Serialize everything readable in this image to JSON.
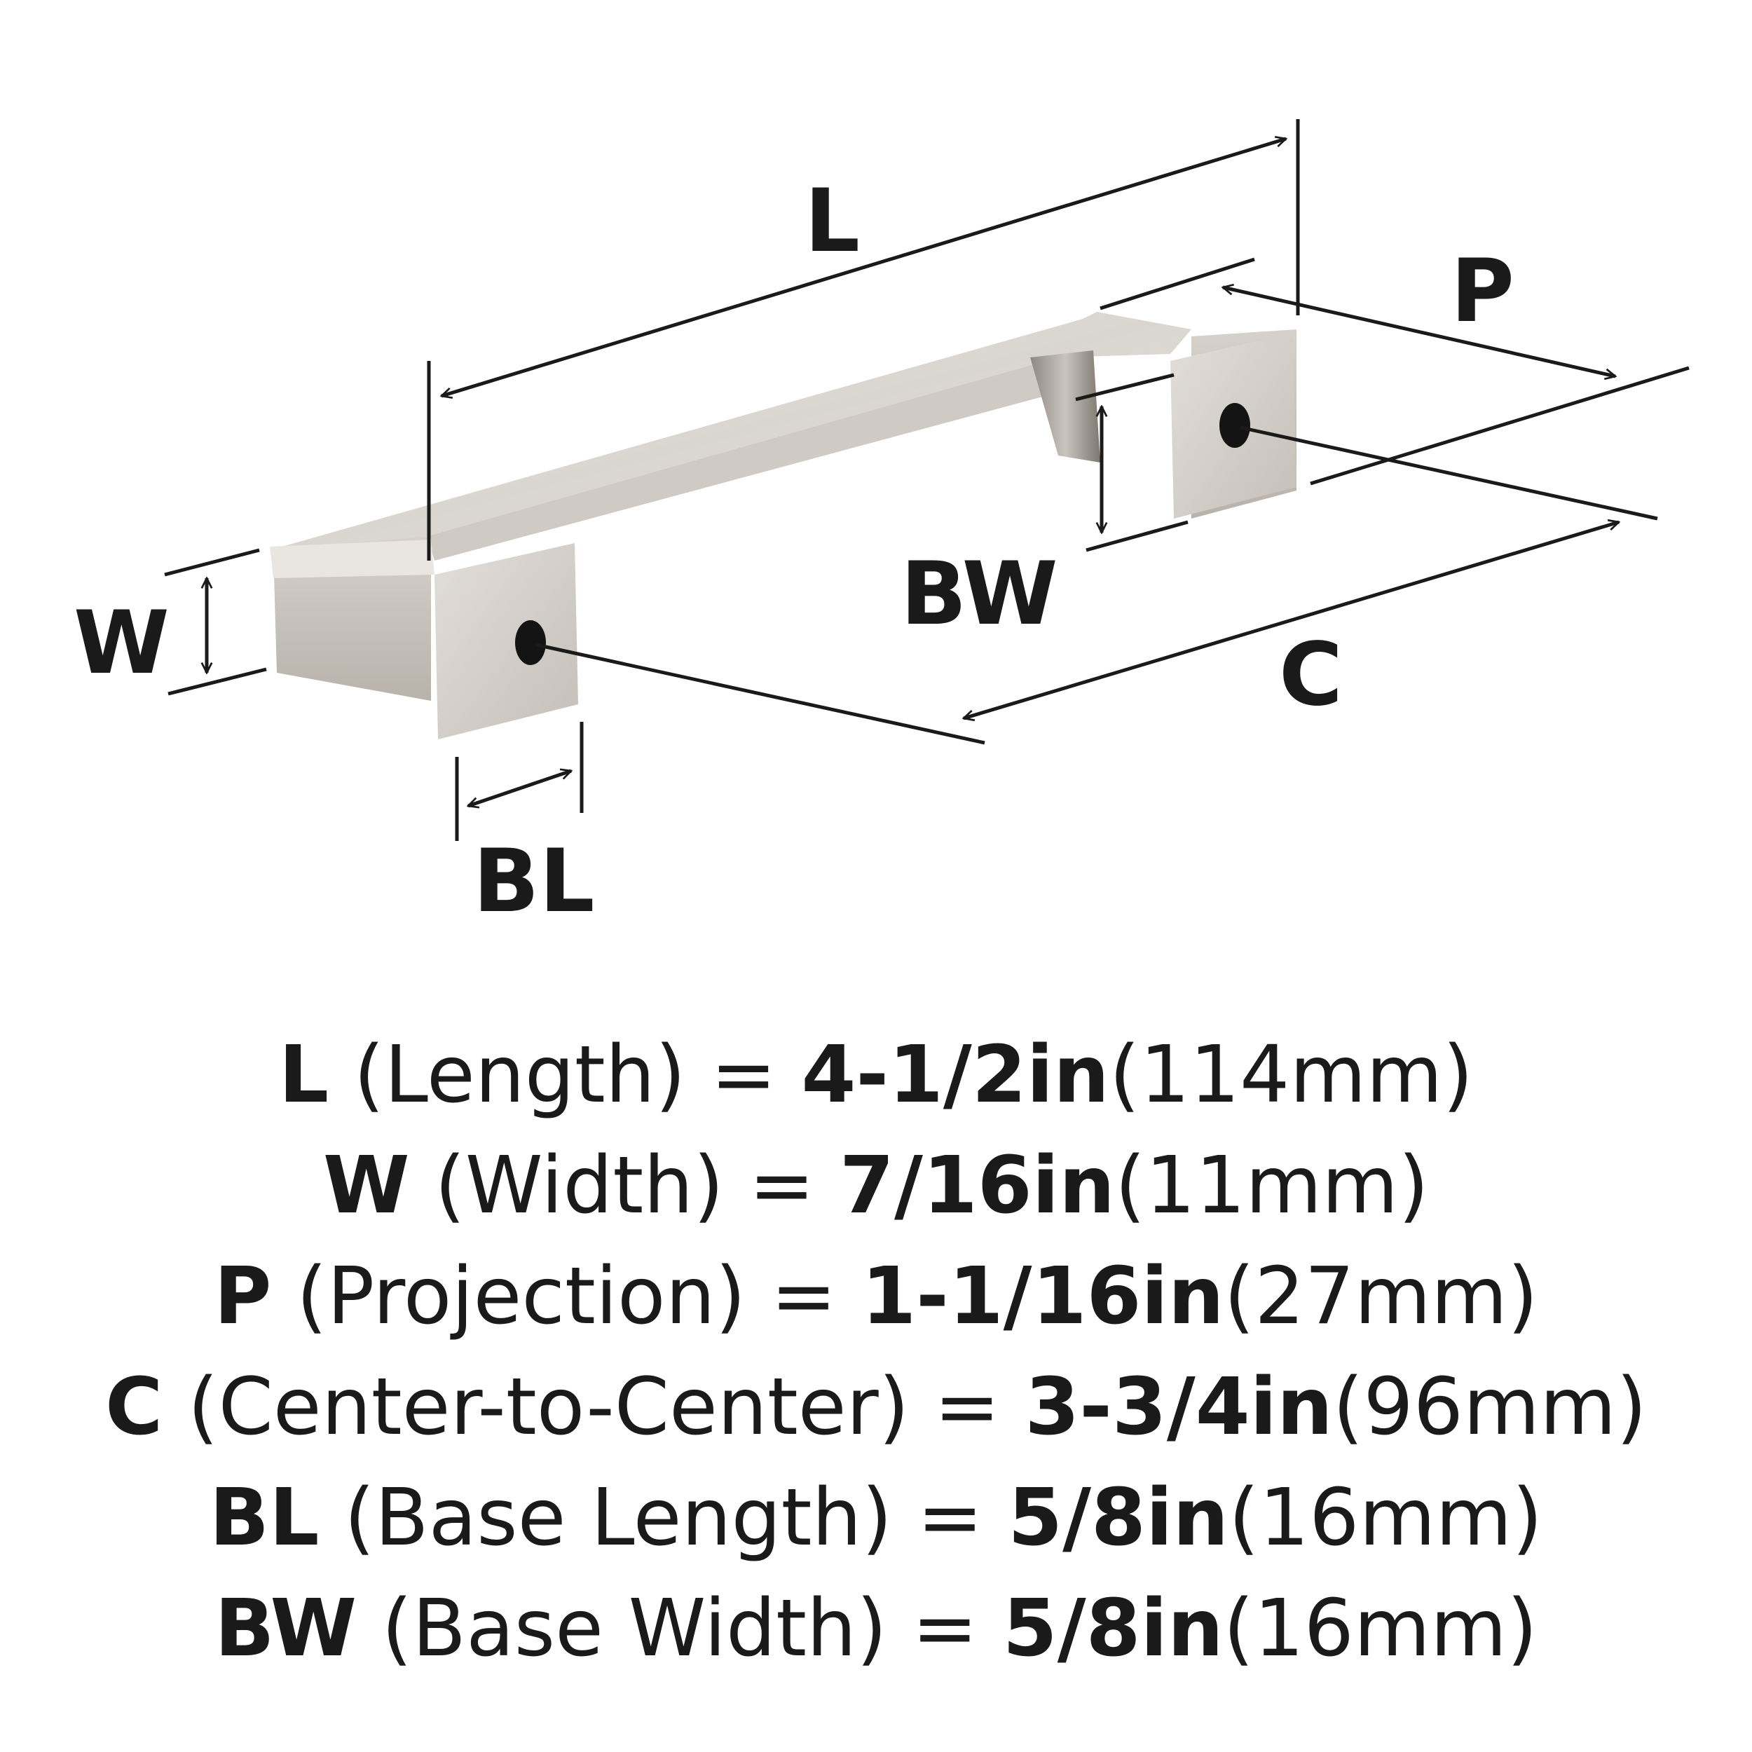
{
  "dimension_labels": {
    "L": "L",
    "W": "W",
    "P": "P",
    "C": "C",
    "BL": "BL",
    "BW": "BW"
  },
  "colors": {
    "line": "#1a1a1a",
    "metal_light": "#e6e2dd",
    "metal_mid": "#cfcac4",
    "metal_dark": "#a9a39c",
    "hole": "#141414"
  },
  "specs": [
    {
      "code": "L",
      "name": "(Length)",
      "eq": "=",
      "imperial": "4-1/2in",
      "metric": "(114mm)"
    },
    {
      "code": "W",
      "name": "(Width)",
      "eq": "=",
      "imperial": "7/16in",
      "metric": "(11mm)"
    },
    {
      "code": "P",
      "name": "(Projection)",
      "eq": "=",
      "imperial": "1-1/16in",
      "metric": "(27mm)"
    },
    {
      "code": "C",
      "name": "(Center-to-Center)",
      "eq": "=",
      "imperial": "3-3/4in",
      "metric": "(96mm)"
    },
    {
      "code": "BL",
      "name": "(Base Length)",
      "eq": "=",
      "imperial": "5/8in",
      "metric": "(16mm)"
    },
    {
      "code": "BW",
      "name": "(Base Width)",
      "eq": "=",
      "imperial": "5/8in",
      "metric": "(16mm)"
    }
  ]
}
